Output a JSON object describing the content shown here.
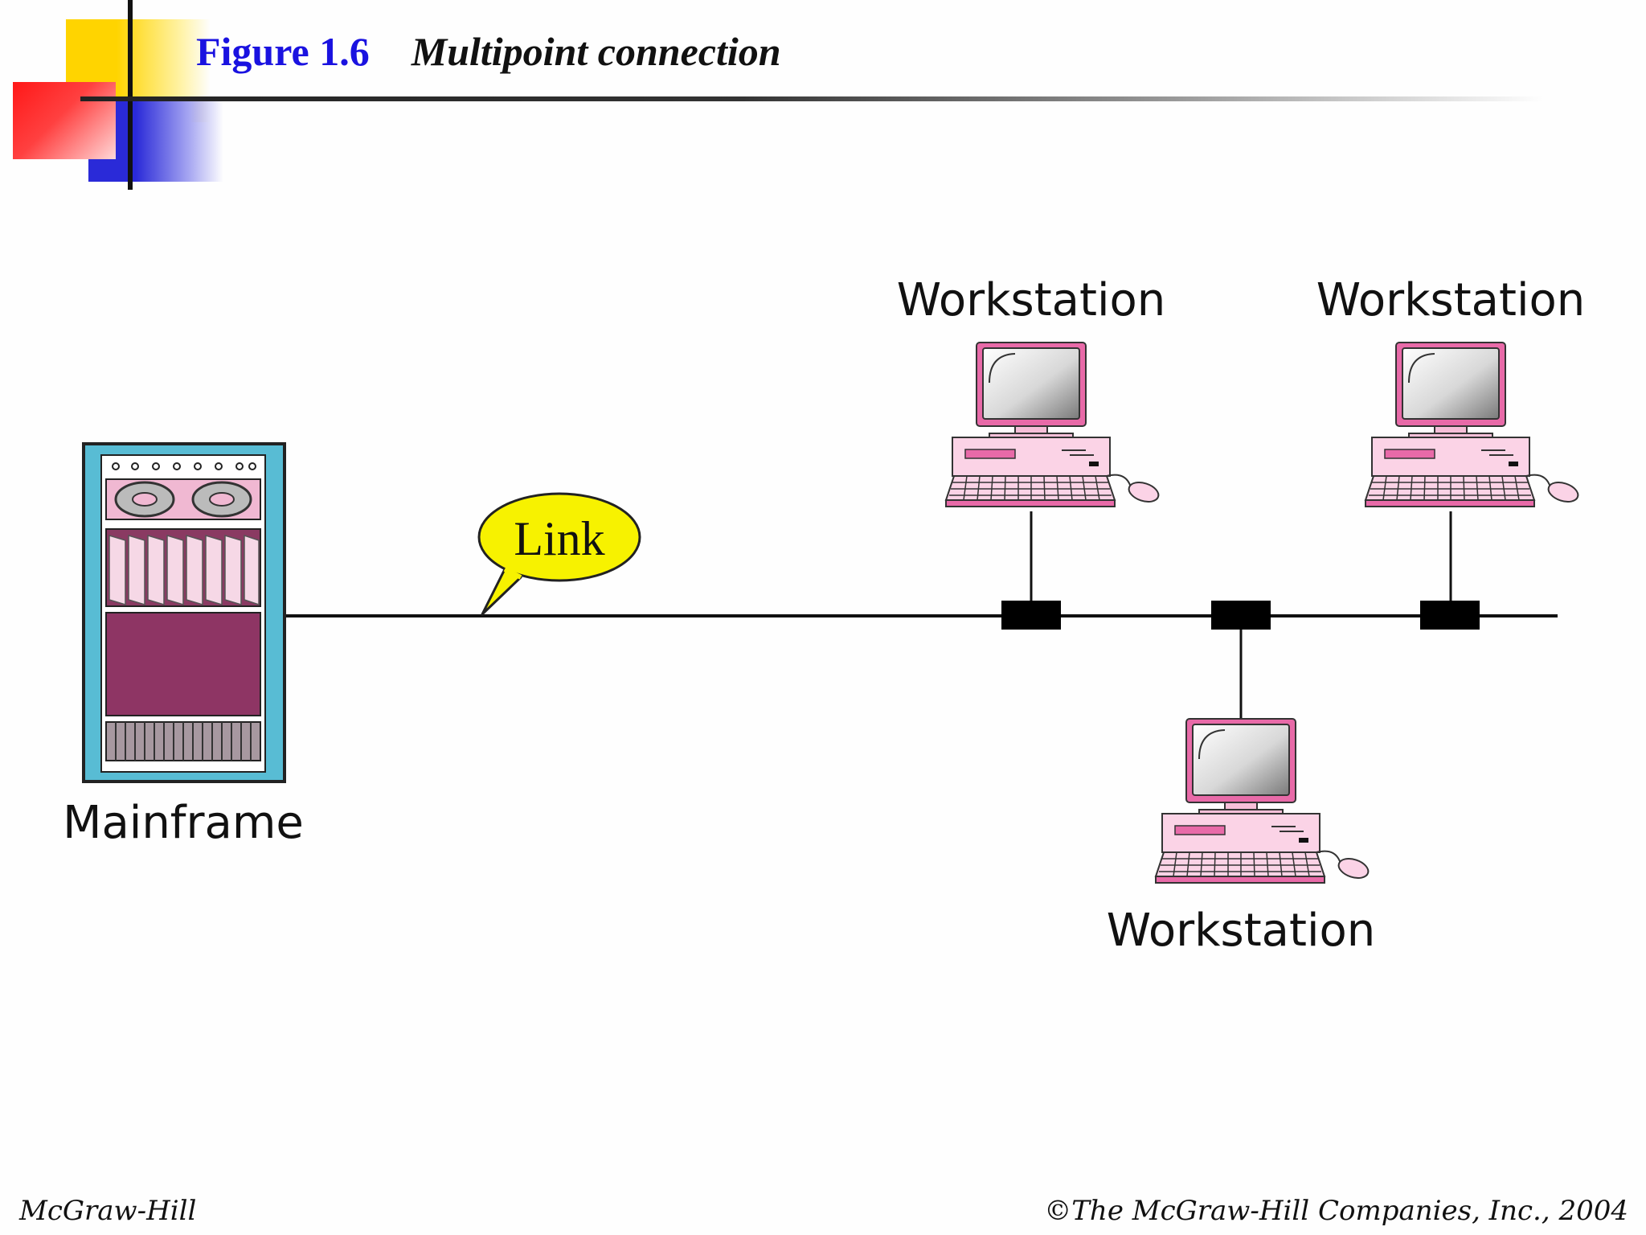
{
  "slide": {
    "figure_number": "Figure 1.6",
    "figure_title": "Multipoint connection"
  },
  "diagram": {
    "mainframe_label": "Mainframe",
    "link_label": "Link",
    "workstations": [
      {
        "label": "Workstation"
      },
      {
        "label": "Workstation"
      },
      {
        "label": "Workstation"
      }
    ]
  },
  "footer": {
    "publisher": "McGraw-Hill",
    "copyright": "©The McGraw-Hill Companies, Inc., 2004"
  },
  "colors": {
    "title_blue": "#1a12e0",
    "callout_yellow": "#f7f200",
    "mainframe_cyan": "#58bcd4",
    "workstation_pink": "#e86aa8",
    "deco_yellow": "#ffd400",
    "deco_red": "#ff2020",
    "deco_blue": "#2a2ad8"
  }
}
